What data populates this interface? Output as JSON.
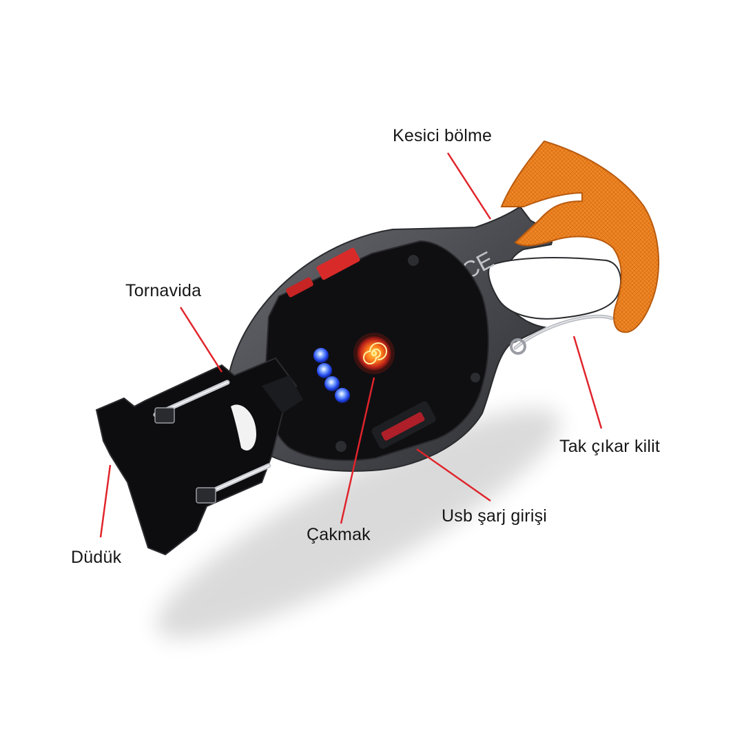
{
  "labels": {
    "kesici": "Kesici bölme",
    "tornavida": "Tornavida",
    "tak_cikar": "Tak çıkar kilit",
    "usb": "Usb şarj girişi",
    "cakmak": "Çakmak",
    "duduk": "Düdük"
  },
  "product": {
    "mark": "CE"
  },
  "colors": {
    "leader_line": "#e0242b",
    "orange_blade": "#f28a2a",
    "body_metal": "#4a4b50",
    "body_black": "#101012",
    "led_blue": "#2f5cff",
    "lighter_coil": "#ff6a1a"
  },
  "icons": {
    "led": "blue-led-dot",
    "lighter": "spiral-coil-icon"
  }
}
